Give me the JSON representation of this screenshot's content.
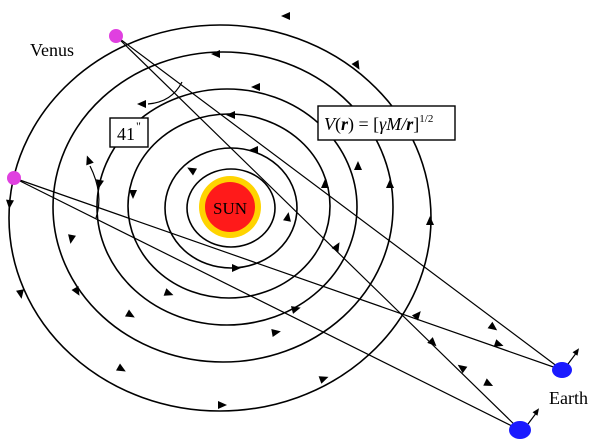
{
  "labels": {
    "venus": "Venus",
    "earth": "Earth",
    "sun": "SUN",
    "angle": "41",
    "angle_mark": "\"",
    "formula": {
      "v": "V",
      "open_paren": "(",
      "r": "r",
      "close_eq": ") = [",
      "gamma": "γM/",
      "r2": "r",
      "close_bracket": "]",
      "exponent": "1/2"
    }
  },
  "colors": {
    "sun_core": "#ff1a1a",
    "sun_glow": "#ffd400",
    "venus": "#e040e0",
    "earth": "#1a1aff"
  }
}
